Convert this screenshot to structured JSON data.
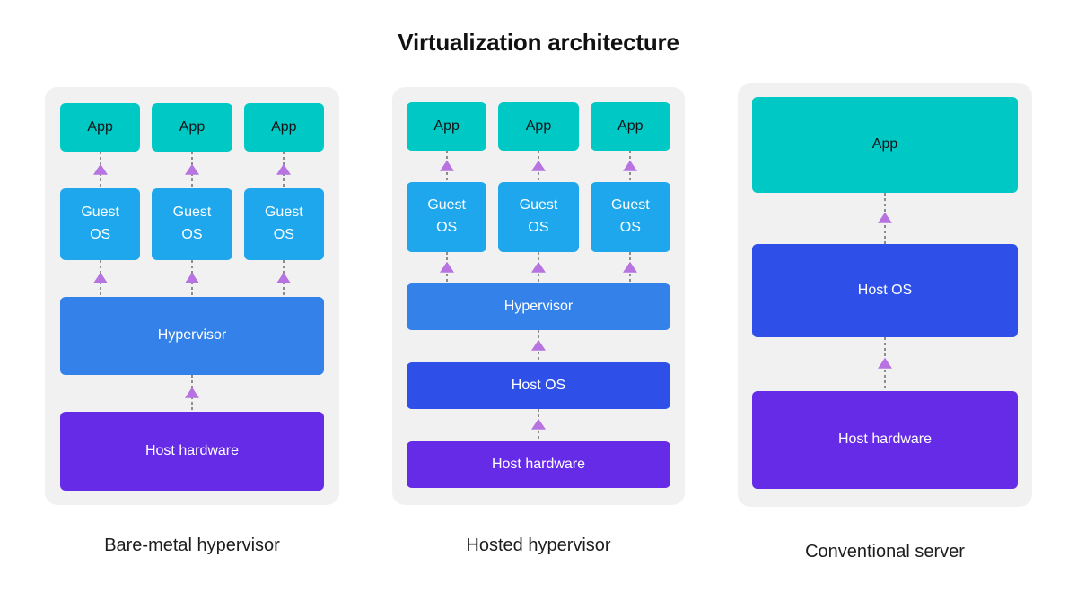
{
  "title": "Virtualization architecture",
  "labels": {
    "app": "App",
    "guest_os": "Guest OS",
    "hypervisor": "Hypervisor",
    "host_os": "Host OS",
    "host_hardware": "Host hardware"
  },
  "panels": [
    {
      "caption": "Bare-metal hypervisor"
    },
    {
      "caption": "Hosted hypervisor"
    },
    {
      "caption": "Conventional server"
    }
  ],
  "colors": {
    "app": "#00c8c4",
    "guest_os": "#1ea7ec",
    "hypervisor": "#3482e9",
    "host_os": "#2e50e8",
    "host_hardware": "#662be6",
    "arrowhead": "#b773e0",
    "dotted_line": "#8d8d8d",
    "panel_bg": "#f1f1f2",
    "app_text": "#101418",
    "box_text": "#ffffff",
    "title_text": "#111111",
    "caption_text": "#1d1d1f"
  }
}
